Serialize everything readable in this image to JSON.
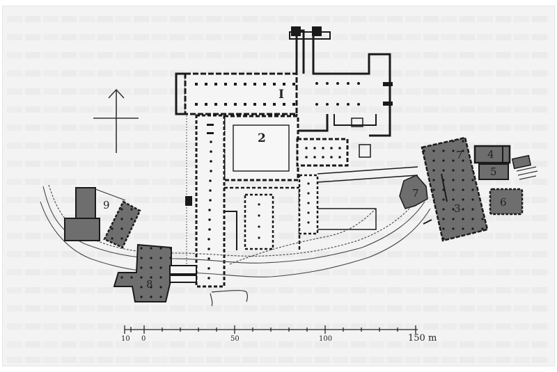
{
  "figure": {
    "type": "architectural site plan",
    "background_color": "#f3f3f3",
    "ink_color": "#1a1a1a",
    "shaded_fill_color": "#6e6e6e"
  },
  "north_arrow": {
    "icon": "north-arrow-icon"
  },
  "labels": {
    "church": "I",
    "cloister": "2",
    "building_3": "3",
    "building_4": "4",
    "building_5": "5",
    "building_6": "6",
    "building_7a": "7",
    "building_7b": "7",
    "building_8": "8",
    "building_9": "9"
  },
  "scale_bar": {
    "ticks": [
      "10",
      "0",
      "50",
      "100",
      "150 m"
    ],
    "unit": "m",
    "major_values": [
      -10,
      0,
      50,
      100,
      150
    ]
  }
}
